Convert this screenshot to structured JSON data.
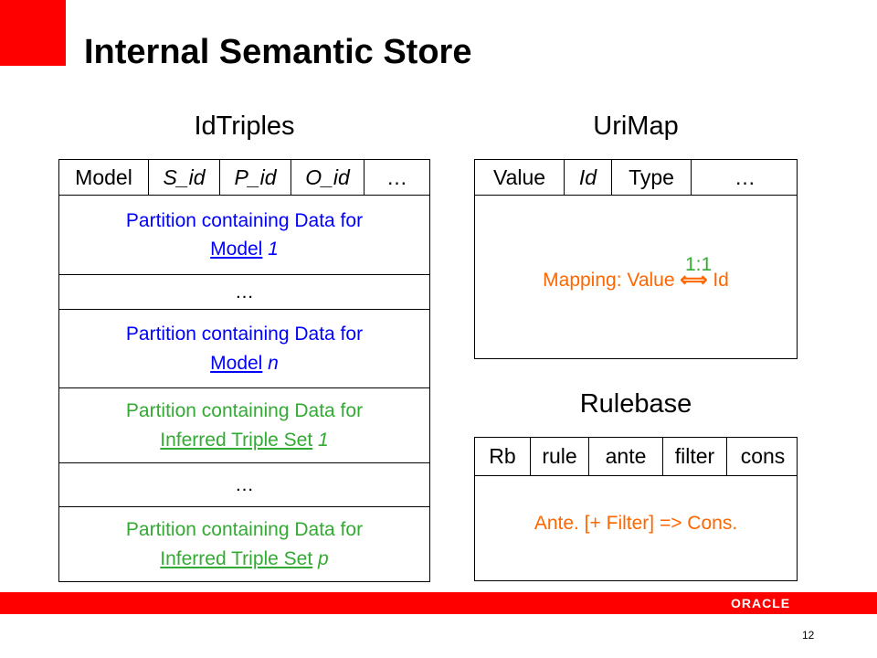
{
  "slide": {
    "title": "Internal Semantic Store",
    "page_number": "12",
    "logo_text": "ORACLE",
    "colors": {
      "accent": "#ff0000",
      "blue": "#0000ff",
      "green": "#33aa33",
      "orange": "#ff6600"
    }
  },
  "idtriples": {
    "title": "IdTriples",
    "columns": [
      "Model",
      "S_id",
      "P_id",
      "O_id",
      "…"
    ],
    "rows": [
      {
        "line1": "Partition containing Data for",
        "link": "Model",
        "suffix": " 1"
      },
      {
        "text": "…"
      },
      {
        "line1": "Partition containing Data for",
        "link": "Model",
        "suffix": " n"
      },
      {
        "line1": "Partition containing Data for",
        "link": "Inferred Triple Set",
        "suffix": " 1"
      },
      {
        "text": "…"
      },
      {
        "line1": "Partition containing Data for",
        "link": "Inferred Triple Set",
        "suffix": " p"
      }
    ]
  },
  "urimap": {
    "title": "UriMap",
    "columns": [
      "Value",
      "Id",
      "Type",
      "…"
    ],
    "mapping_prefix": "Mapping: Value ",
    "mapping_arrow": "⟺",
    "mapping_suffix": " Id",
    "ratio_label": "1:1"
  },
  "rulebase": {
    "title": "Rulebase",
    "columns": [
      "Rb",
      "rule",
      "ante",
      "filter",
      "cons"
    ],
    "body_text": "Ante. [+ Filter] => Cons."
  }
}
